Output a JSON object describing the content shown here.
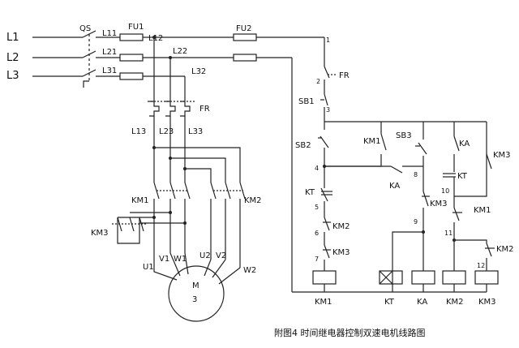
{
  "caption": "附图4   时间继电器控制双速电机线路图",
  "lines": {
    "L1": "L1",
    "L2": "L2",
    "L3": "L3"
  },
  "main_circuit": {
    "qs": "QS",
    "fu1": "FU1",
    "fu2": "FU2",
    "l11": "L11",
    "l21": "L21",
    "l31": "L31",
    "l12": "L12",
    "l22": "L22",
    "l32": "L32",
    "fr": "FR",
    "l13": "L13",
    "l23": "L23",
    "l33": "L33",
    "km1": "KM1",
    "km2": "KM2",
    "km3": "KM3",
    "u1": "U1",
    "v1": "V1",
    "w1": "W1",
    "u2": "U2",
    "v2": "V2",
    "w2": "W2",
    "motor": "M",
    "motor_phase": "3"
  },
  "control_circuit": {
    "fr": "FR",
    "sb1": "SB1",
    "sb2": "SB2",
    "sb3": "SB3",
    "kt": "KT",
    "ka": "KA",
    "km1": "KM1",
    "km2": "KM2",
    "km3": "KM3",
    "nodes": [
      "1",
      "2",
      "3",
      "4",
      "5",
      "6",
      "7",
      "8",
      "9",
      "10",
      "11",
      "12"
    ],
    "coils": [
      "KM1",
      "KT",
      "KA",
      "KM2",
      "KM3"
    ]
  }
}
